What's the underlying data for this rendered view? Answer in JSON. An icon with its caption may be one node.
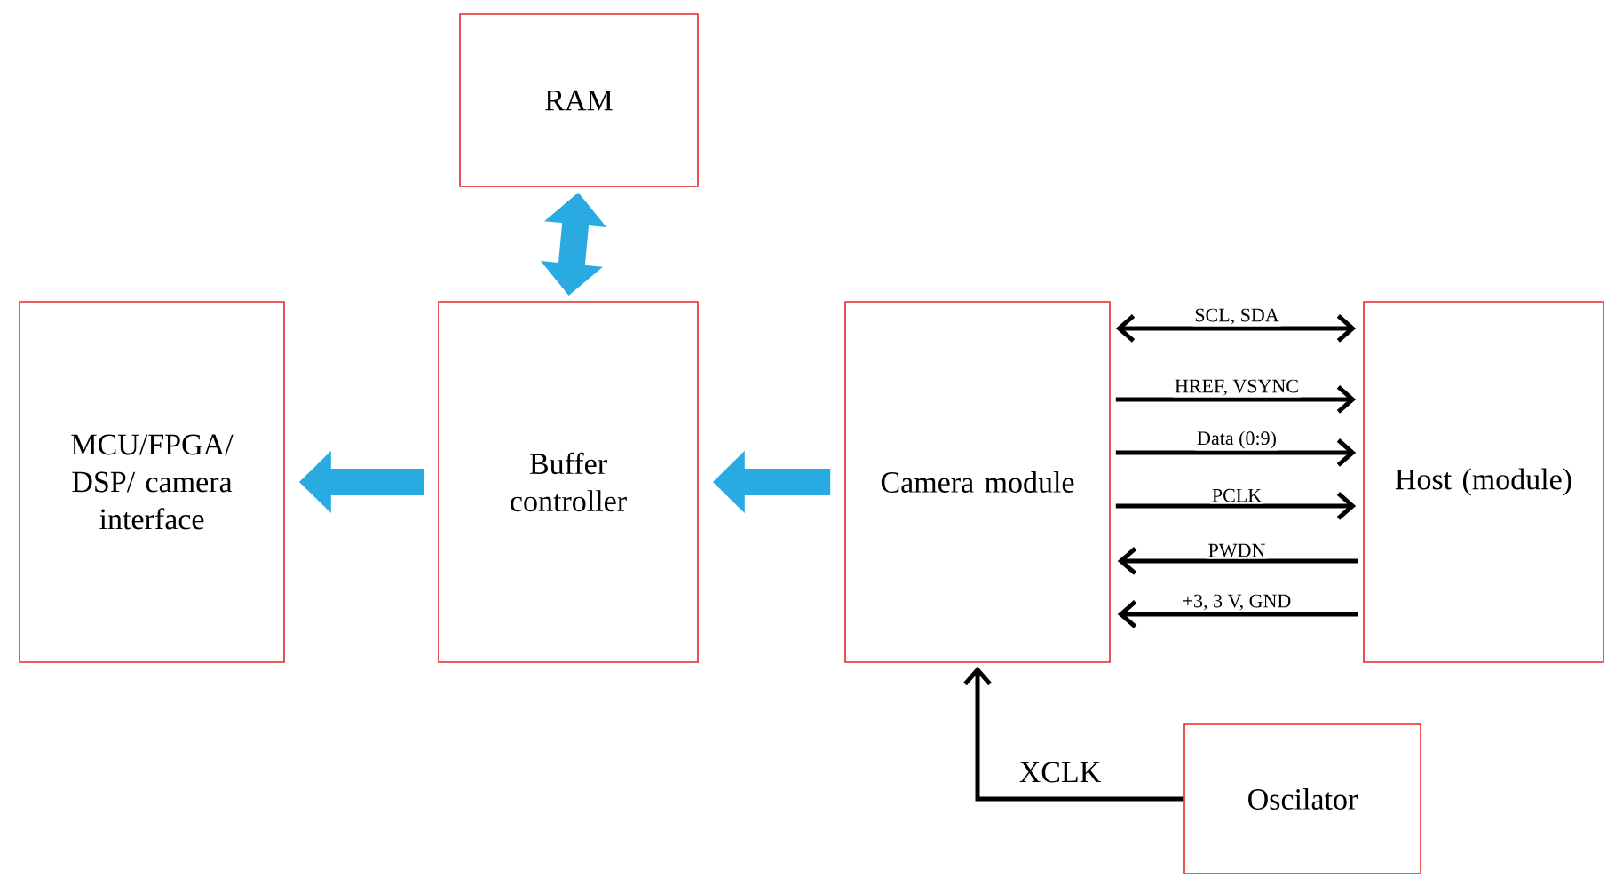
{
  "diagram": {
    "nodes": [
      {
        "text": [
          "RAM"
        ]
      },
      {
        "text": [
          "MCU/FPGA/ DSP/ camera interface"
        ]
      },
      {
        "text": [
          "Buffer controller"
        ]
      },
      {
        "text": [
          "Camera module"
        ]
      },
      {
        "text": [
          "Host (module)"
        ]
      },
      {
        "text": [
          "Oscilator"
        ]
      }
    ],
    "edges": [
      {
        "from": 2,
        "to": 0,
        "arrow": "both",
        "style": "thick",
        "color": "#29abe2"
      },
      {
        "from": 2,
        "to": 1,
        "arrow": "to",
        "style": "thick",
        "color": "#29abe2"
      },
      {
        "from": 3,
        "to": 2,
        "arrow": "to",
        "style": "thick",
        "color": "#29abe2"
      },
      {
        "from": 3,
        "to": 4,
        "arrow": "both",
        "label": "SCL, SDA"
      },
      {
        "from": 3,
        "to": 4,
        "arrow": "to",
        "label": "HREF, VSYNC"
      },
      {
        "from": 3,
        "to": 4,
        "arrow": "to",
        "label": "Data (0:9)"
      },
      {
        "from": 3,
        "to": 4,
        "arrow": "to",
        "label": "PCLK"
      },
      {
        "from": 4,
        "to": 3,
        "arrow": "to",
        "label": "PWDN"
      },
      {
        "from": 4,
        "to": 3,
        "arrow": "to",
        "label": "+3, 3 V, GND"
      },
      {
        "from": 5,
        "to": 3,
        "arrow": "to",
        "label": "XCLK"
      }
    ]
  }
}
